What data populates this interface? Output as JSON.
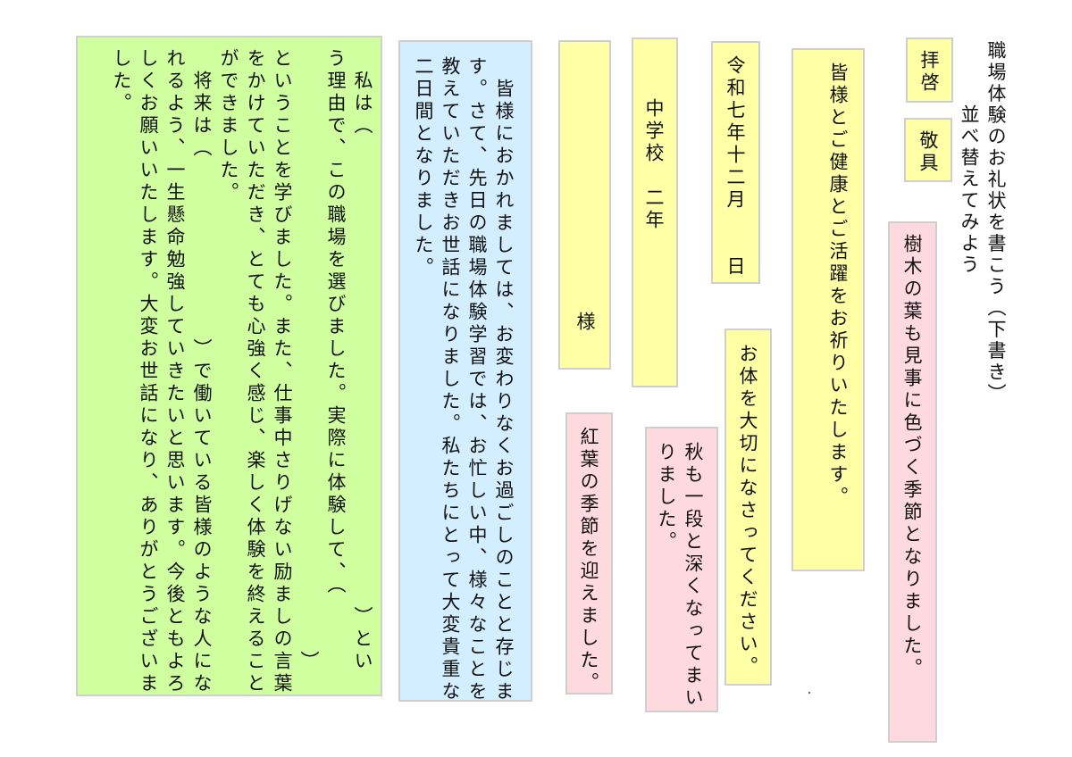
{
  "title": {
    "main": "職場体験のお礼状を書こう（下書き）",
    "sub": "並べ替えてみよう"
  },
  "cards": {
    "haikei": "拝啓",
    "keigu": "敬具",
    "jumoku": "樹木の葉も見事に色づく季節となりました。",
    "minasama_kenkou": "皆様とご健康とご活躍をお祈りいたします。",
    "date": "令和七年十二月　　日",
    "karada": "お体を大切になさってください。",
    "school": "中学校　二年",
    "aki": [
      "秋も一段と深くなってまい",
      "りました。"
    ],
    "sama": "様",
    "kouyou": "紅葉の季節を迎えました。",
    "body_blue": [
      "　皆様におかれましては、お変わりなくお過ごしのことと存じま",
      "す。さて、先日の職場体験学習では、お忙しい中、様々なことを",
      "教えていただきお世話になりました。私たちにとって大変貴重な",
      "二日間となりました。"
    ],
    "body_green": [
      "　私は（　　　　　　　　　　　　　　　　　　　　　）とい",
      "う理由で、この職場を選びました。実際に体験して、（",
      "　　　　　　　　　　　　　　　　　　　　　　　　　　　）",
      "ということを学びました。また、仕事中さりげない励ましの言葉",
      "をかけていただき、とても心強く感じ、楽しく体験を終えること",
      "ができました。",
      "　将来は（　　　　　　　　）で働いている皆様のような人にな",
      "れるよう、一生懸命勉強していきたいと思います。今後ともよろ",
      "しくお願いいたします。大変お世話になり、ありがとうございま",
      "した。"
    ]
  },
  "colors": {
    "yellow": "#ffffa6",
    "pink": "#ffd9e0",
    "blue": "#d2eeff",
    "green": "#d0ffa0",
    "border": "#cfcfcf"
  }
}
